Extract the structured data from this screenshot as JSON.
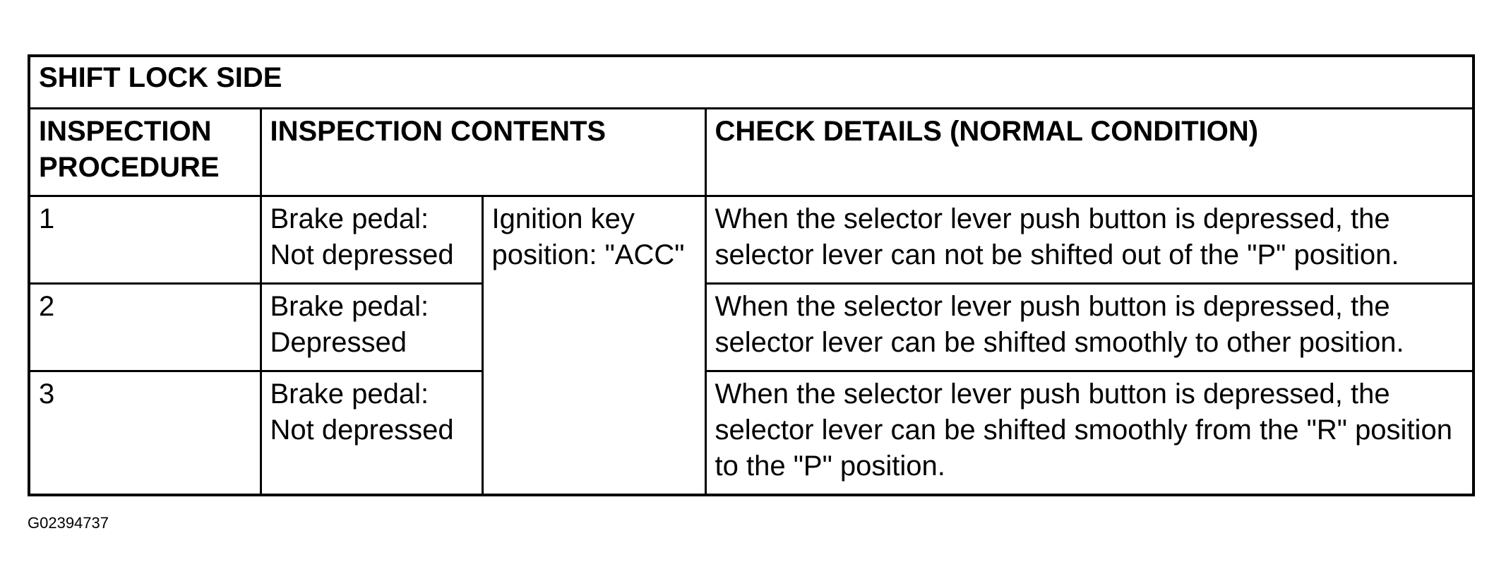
{
  "table": {
    "title": "SHIFT LOCK SIDE",
    "headers": {
      "procedure": "INSPECTION PROCEDURE",
      "contents": "INSPECTION CONTENTS",
      "check": "CHECK DETAILS (NORMAL CONDITION)"
    },
    "ignition": "Ignition key position: \"ACC\"",
    "rows": [
      {
        "procedure": "1",
        "brake": "Brake pedal: Not depressed",
        "check": "When the selector lever push button is depressed, the selector lever can not be shifted out of the \"P\" position."
      },
      {
        "procedure": "2",
        "brake": "Brake pedal: Depressed",
        "check": "When the selector lever push button is depressed, the selector lever can be shifted smoothly to other position."
      },
      {
        "procedure": "3",
        "brake": "Brake pedal: Not depressed",
        "check": "When the selector lever push button is depressed, the selector lever can be shifted smoothly from the \"R\" position to the \"P\" position."
      }
    ]
  },
  "figure_id": "G02394737"
}
